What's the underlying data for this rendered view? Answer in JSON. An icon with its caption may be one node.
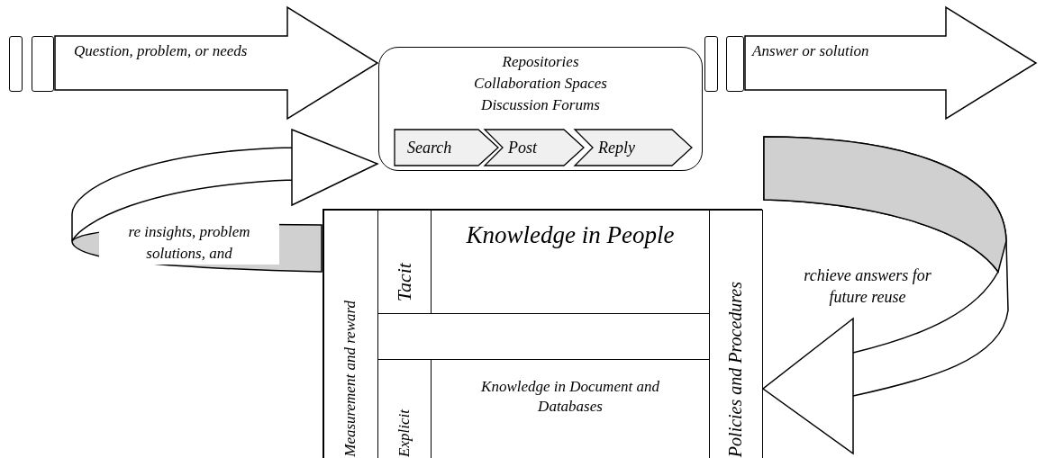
{
  "diagram": {
    "nodes": [
      {
        "text": [],
        "shape": "bar"
      },
      {
        "text": [],
        "shape": "bar"
      },
      {
        "text": [
          "Repositories",
          "Collaboration Spaces",
          "Discussion Forums"
        ]
      },
      {
        "text": [
          "Search"
        ],
        "in": 2
      },
      {
        "text": [
          "Post"
        ],
        "in": 2
      },
      {
        "text": [
          "Reply"
        ],
        "in": 2
      },
      {
        "text": [],
        "shape": "bar"
      },
      {
        "text": [],
        "shape": "bar"
      },
      {
        "text": [],
        "shape": "box"
      },
      {
        "text": [
          "Measurement and reward"
        ],
        "in": 8
      },
      {
        "text": [
          "Tacit"
        ],
        "in": 8
      },
      {
        "text": [
          "Knowledge in People"
        ],
        "in": 8
      },
      {
        "text": [],
        "shape": "box",
        "in": 8
      },
      {
        "text": [
          "Explicit"
        ],
        "in": 8
      },
      {
        "text": [
          "Knowledge in Document and Databases"
        ],
        "in": 8
      },
      {
        "text": [
          "Policies and Procedures"
        ],
        "in": 8
      }
    ],
    "edges": [
      {
        "from": 1,
        "to": 2,
        "arrow": "to",
        "label": "Question, problem, or needs"
      },
      {
        "from": 7,
        "to": null,
        "arrow": "to",
        "label": "Answer or solution"
      },
      {
        "from": 9,
        "to": 2,
        "arrow": "to",
        "label": "re insights, problem solutions, and"
      },
      {
        "from": 2,
        "to": 15,
        "arrow": "to",
        "label": "rchieve answers for future reuse"
      }
    ]
  }
}
